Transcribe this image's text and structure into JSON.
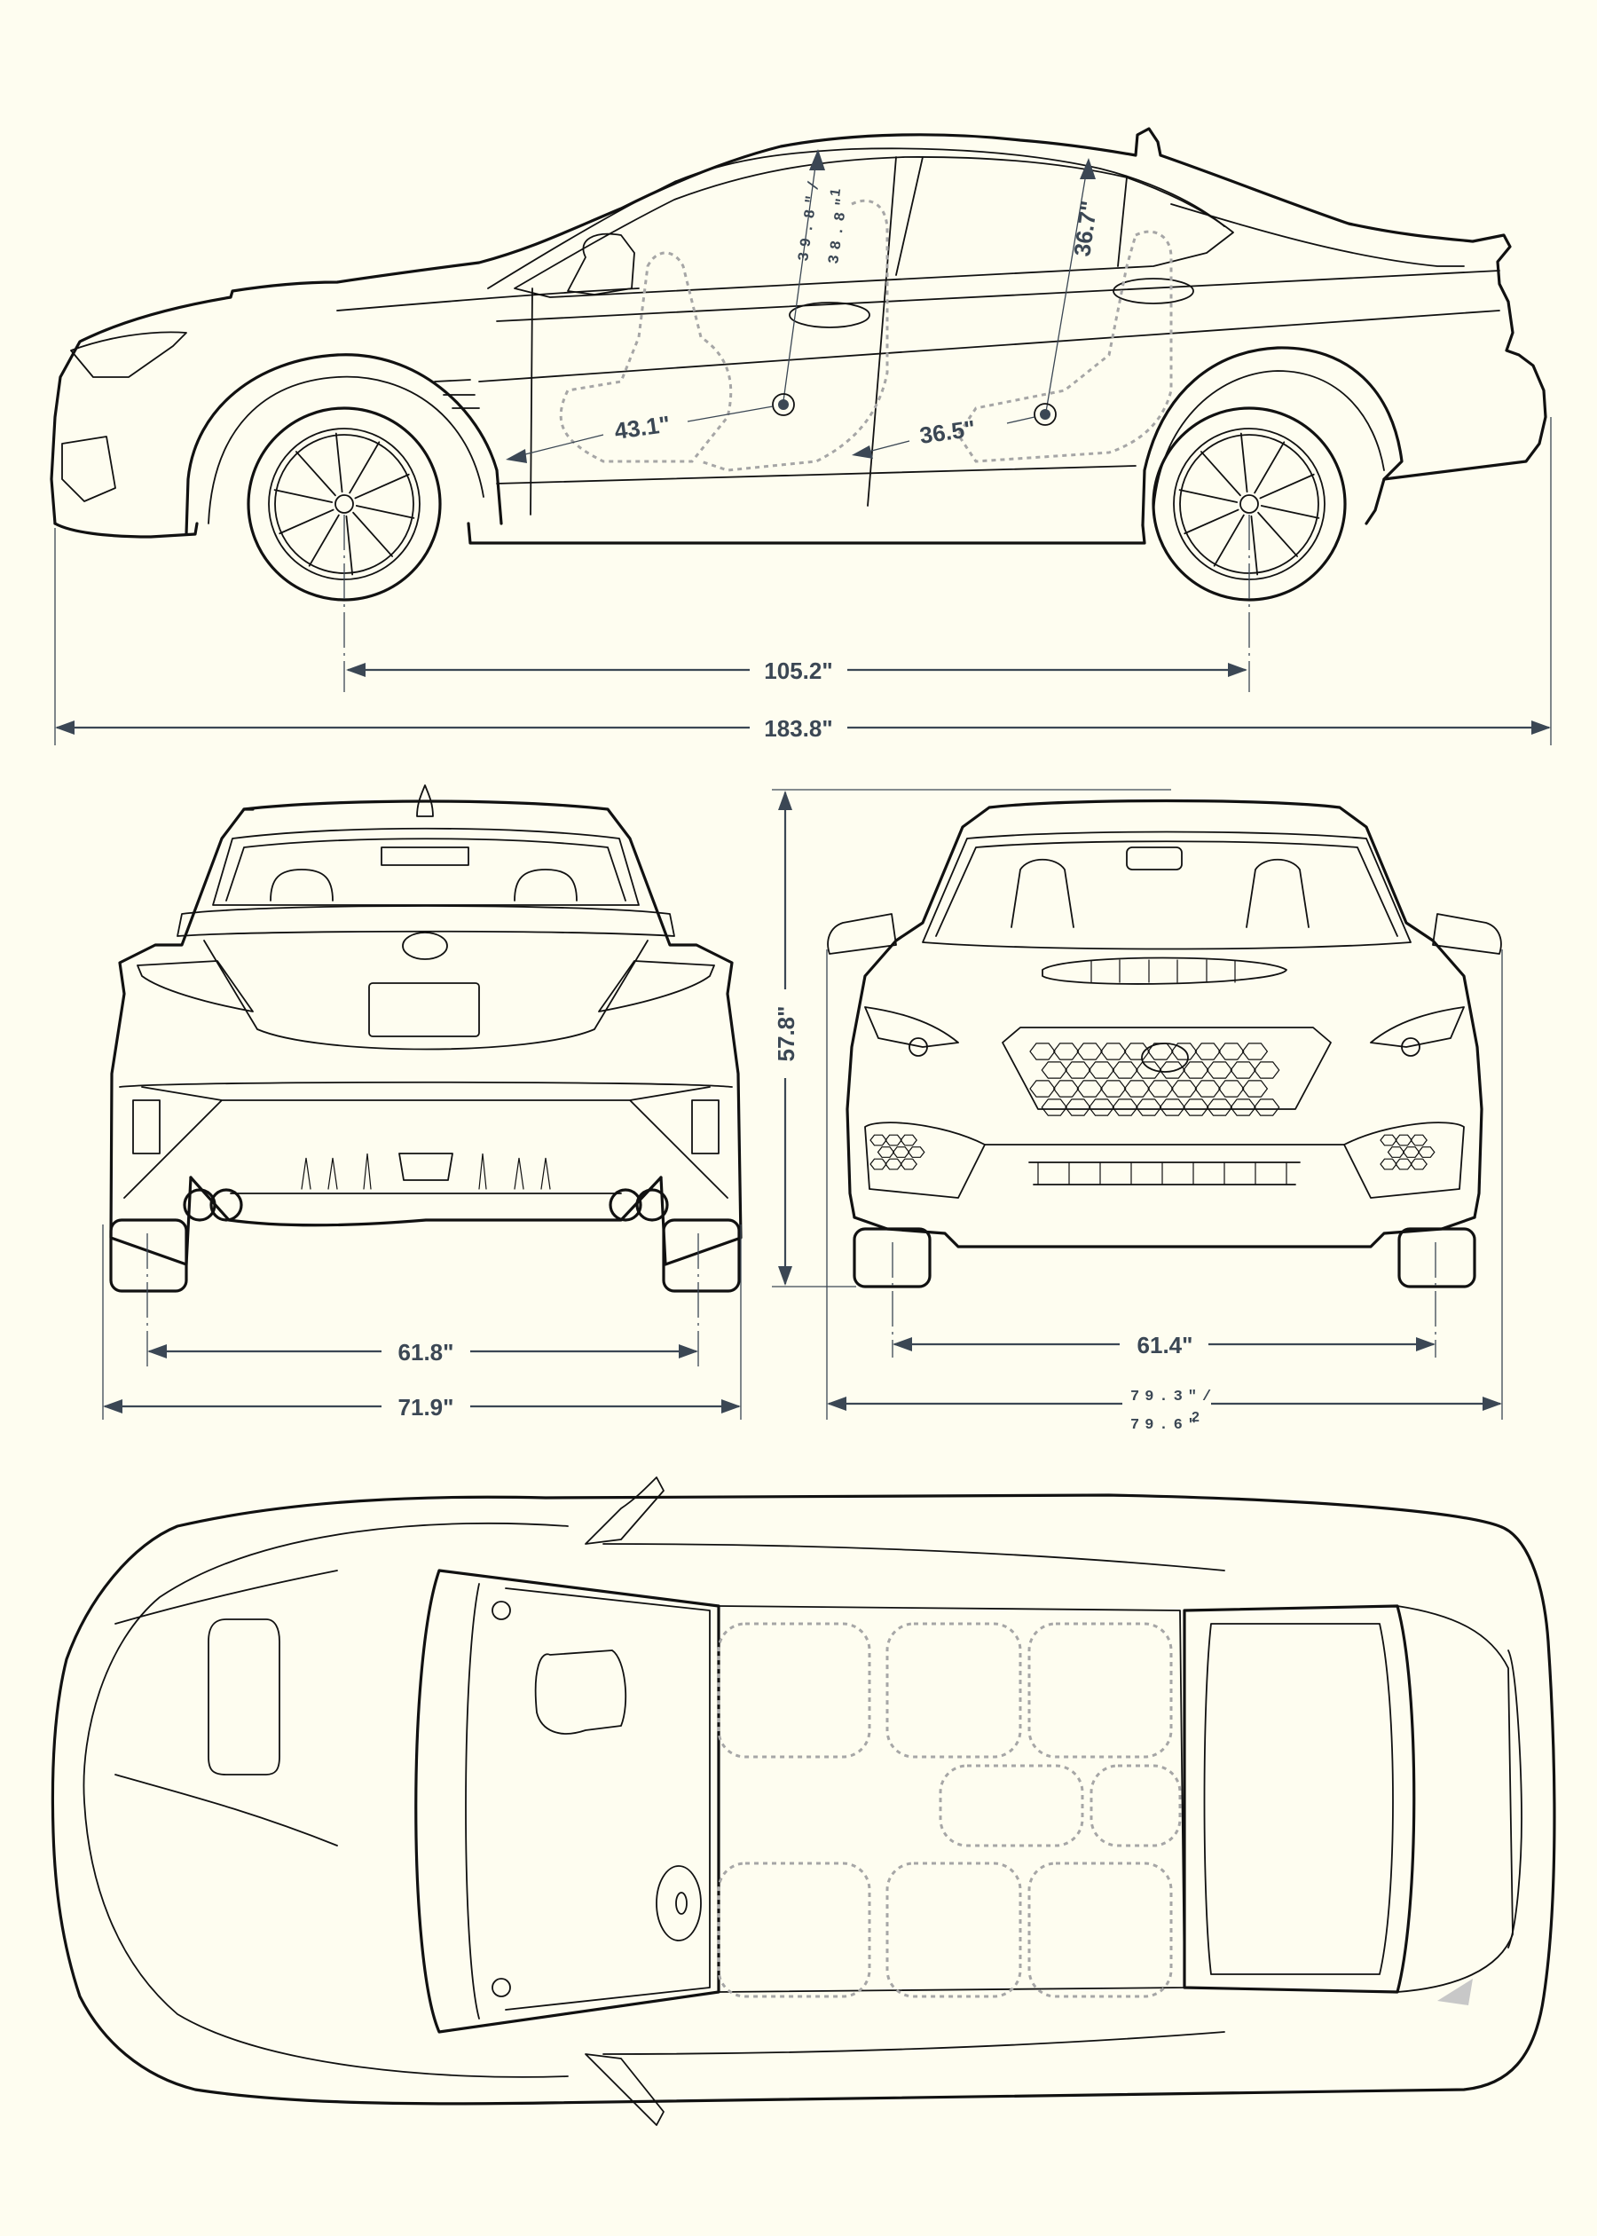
{
  "diagram": {
    "subject": "Sedan dimension blueprint",
    "units": "inches",
    "background_color": "#fefdf0",
    "line_color": "#111111",
    "dimension_color": "#3b4754",
    "seat_outline_color": "#a6a6a6",
    "views": [
      "side-view",
      "rear-view",
      "front-view",
      "top-view"
    ]
  },
  "side_view": {
    "wheelbase": "105.2\"",
    "overall_length": "183.8\"",
    "front_legroom": "43.1\"",
    "rear_legroom": "36.5\"",
    "front_headroom_line1": "39.8\"/",
    "front_headroom_line2": "38.8\"",
    "front_headroom_note": "1",
    "rear_headroom": "36.7\""
  },
  "rear_view": {
    "rear_track": "61.8\"",
    "overall_width": "71.9\""
  },
  "front_view": {
    "overall_height": "57.8\"",
    "front_track": "61.4\"",
    "width_with_mirrors_line1": "79.3\"/",
    "width_with_mirrors_line2": "79.6\"",
    "width_with_mirrors_note": "2"
  }
}
